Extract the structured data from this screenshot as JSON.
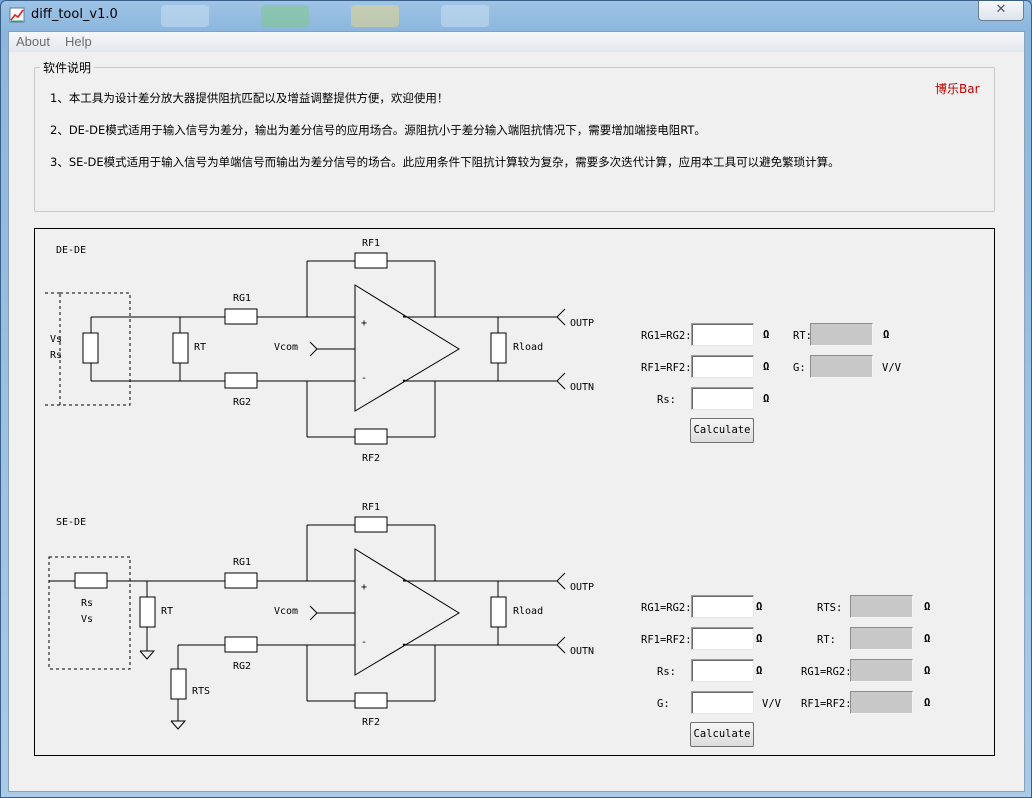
{
  "window": {
    "title": "diff_tool_v1.0",
    "close_glyph": "✕"
  },
  "menu": {
    "items": [
      "About",
      "Help"
    ]
  },
  "description": {
    "legend": "软件说明",
    "brand": "博乐Bar",
    "lines": [
      "1、本工具为设计差分放大器提供阻抗匹配以及增益调整提供方便，欢迎使用！",
      "2、DE-DE模式适用于输入信号为差分，输出为差分信号的应用场合。源阻抗小于差分输入端阻抗情况下，需要增加端接电阻RT。",
      "3、SE-DE模式适用于输入信号为单端信号而输出为差分信号的场合。此应用条件下阻抗计算较为复杂，需要多次迭代计算，应用本工具可以避免繁琐计算。"
    ]
  },
  "de_de": {
    "mode": "DE-DE",
    "labels": {
      "rf1": "RF1",
      "rf2": "RF2",
      "rg1": "RG1",
      "rg2": "RG2",
      "rt": "RT",
      "vs": "Vs",
      "rs": "Rs",
      "vcom": "Vcom",
      "rload": "Rload",
      "outp": "OUTP",
      "outn": "OUTN",
      "plus": "+",
      "minus": "-"
    },
    "form": {
      "rg_label": "RG1=RG2:",
      "rf_label": "RF1=RF2:",
      "rs_label": "Rs:",
      "rt_label": "RT:",
      "g_label": "G:",
      "rg_value": "",
      "rf_value": "",
      "rs_value": "",
      "rt_value": "",
      "g_value": "",
      "ohm": "Ω",
      "vv": "V/V",
      "button": "Calculate"
    }
  },
  "se_de": {
    "mode": "SE-DE",
    "labels": {
      "rf1": "RF1",
      "rf2": "RF2",
      "rg1": "RG1",
      "rg2": "RG2",
      "rt": "RT",
      "rts": "RTS",
      "vs": "Vs",
      "rs": "Rs",
      "vcom": "Vcom",
      "rload": "Rload",
      "outp": "OUTP",
      "outn": "OUTN",
      "plus": "+",
      "minus": "-"
    },
    "form": {
      "rg_label": "RG1=RG2:",
      "rf_label": "RF1=RF2:",
      "rs_label": "Rs:",
      "g_label": "G:",
      "rts_label": "RTS:",
      "rt_label": "RT:",
      "rg_out_label": "RG1=RG2:",
      "rf_out_label": "RF1=RF2:",
      "rg_value": "",
      "rf_value": "",
      "rs_value": "",
      "g_value": "",
      "rts_value": "",
      "rt_value": "",
      "rg_out_value": "",
      "rf_out_value": "",
      "ohm": "Ω",
      "vv": "V/V",
      "button": "Calculate"
    }
  }
}
